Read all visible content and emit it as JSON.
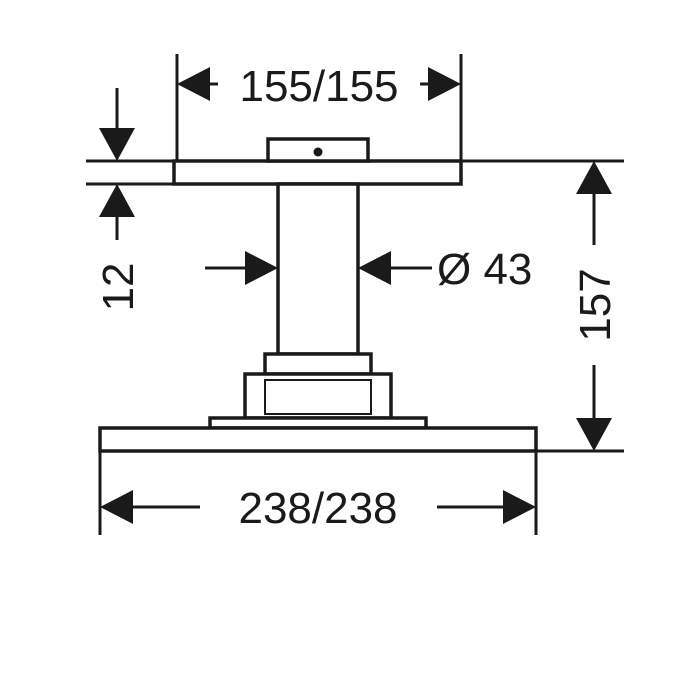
{
  "dimensions": {
    "top_width": "155/155",
    "plate_thickness": "12",
    "diameter": "Ø 43",
    "height": "157",
    "bottom_width": "238/238"
  },
  "colors": {
    "line": "#1a1a1a",
    "background": "#ffffff"
  }
}
